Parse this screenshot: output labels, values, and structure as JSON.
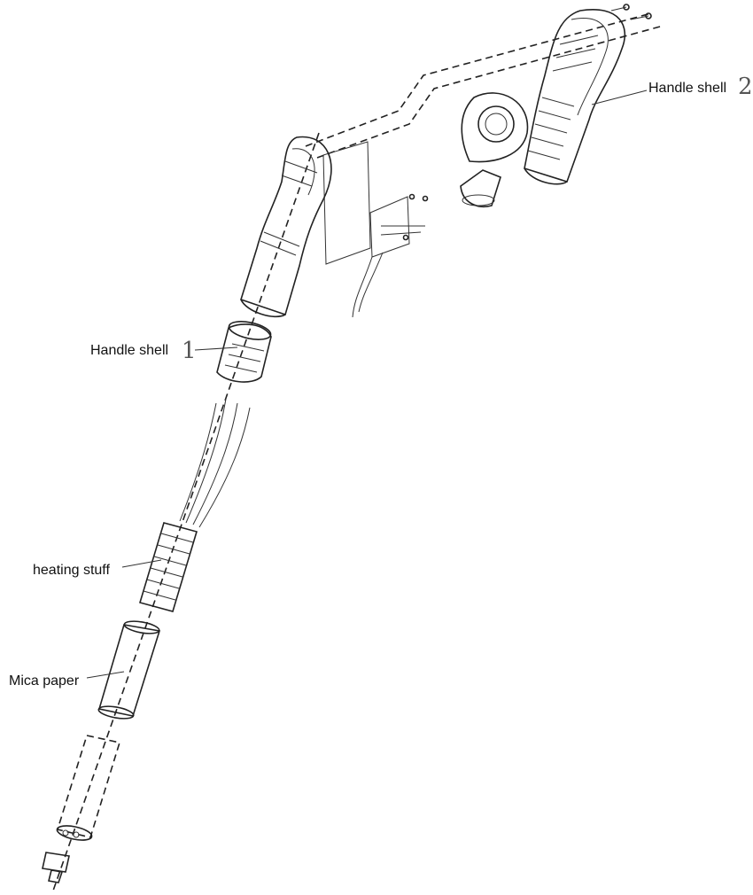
{
  "labels": {
    "handle_shell_2": {
      "text": "Handle shell",
      "number": "2"
    },
    "handle_shell_1": {
      "text": "Handle shell",
      "number": "1"
    },
    "heating_stuff": {
      "text": "heating stuff"
    },
    "mica_paper": {
      "text": "Mica paper"
    }
  },
  "colors": {
    "line": "#222222",
    "label": "#111111",
    "number": "#555555",
    "background": "#ffffff"
  }
}
